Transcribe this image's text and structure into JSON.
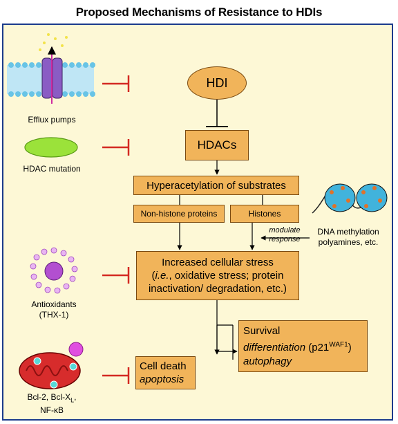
{
  "title": "Proposed Mechanisms of Resistance to HDIs",
  "nodes": {
    "hdi": "HDI",
    "hdacs": "HDACs",
    "hyperacetylation": "Hyperacetylation of substrates",
    "non_histone": "Non-histone proteins",
    "histones": "Histones",
    "stress_line1": "Increased cellular stress",
    "stress_line2_italic": "i.e.",
    "stress_line2_rest": ", oxidative stress; protein",
    "stress_line3": "inactivation/ degradation, etc.)",
    "survival": "Survival",
    "differentiation": "differentiation",
    "p21": "(p21",
    "p21_sup": "WAF1",
    "p21_close": ")",
    "autophagy": "autophagy",
    "cell_death": "Cell death",
    "apoptosis": "apoptosis"
  },
  "mechanisms": {
    "efflux": "Efflux pumps",
    "hdac_mutation": "HDAC mutation",
    "antioxidants": "Antioxidants",
    "thx": "(THX-1)",
    "bcl_prefix": "Bcl-2, Bcl-X",
    "bcl_sub": "L",
    "bcl_suffix": ",",
    "nfkb": "NF-κB",
    "dna_line1": "DNA methylation",
    "dna_line2": "polyamines, etc.",
    "modulate": "modulate",
    "response": "response"
  },
  "colors": {
    "box_fill": "#f1b45a",
    "panel_fill": "#fdf8d6",
    "panel_border": "#1b3b8c",
    "inhibit_red": "#d42a22",
    "arrow": "#000000"
  }
}
